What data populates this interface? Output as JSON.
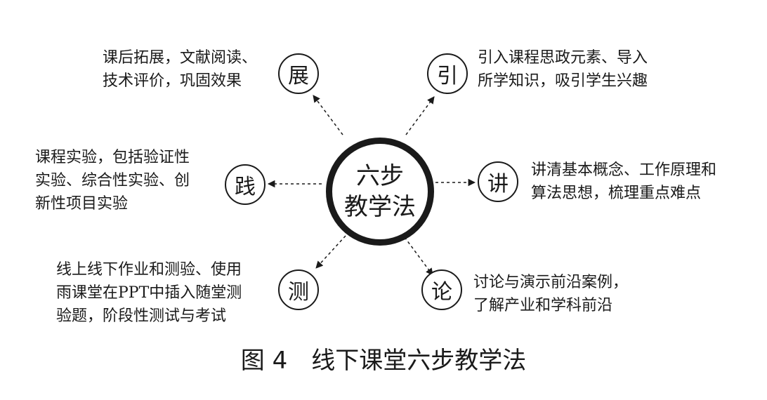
{
  "center": {
    "line1": "六步",
    "line2": "教学法"
  },
  "steps": {
    "zhan": {
      "char": "展",
      "lines": [
        "课后拓展，文献阅读、",
        "技术评价，巩固效果"
      ]
    },
    "yin": {
      "char": "引",
      "lines": [
        "引入课程思政元素、导入",
        "所学知识，吸引学生兴趣"
      ]
    },
    "jian": {
      "char": "践",
      "lines": [
        "课程实验，包括验证性",
        "实验、综合性实验、创",
        "新性项目实验"
      ]
    },
    "jiang": {
      "char": "讲",
      "lines": [
        "讲清基本概念、工作原理和",
        "算法思想，梳理重点难点"
      ]
    },
    "ce": {
      "char": "测",
      "lines": [
        "线上线下作业和测验、使用",
        "雨课堂在PPT中插入随堂测",
        "验题，阶段性测试与考试"
      ]
    },
    "lun": {
      "char": "论",
      "lines": [
        "讨论与演示前沿案例，",
        "了解产业和学科前沿"
      ]
    }
  },
  "caption": "图 4　线下课堂六步教学法"
}
